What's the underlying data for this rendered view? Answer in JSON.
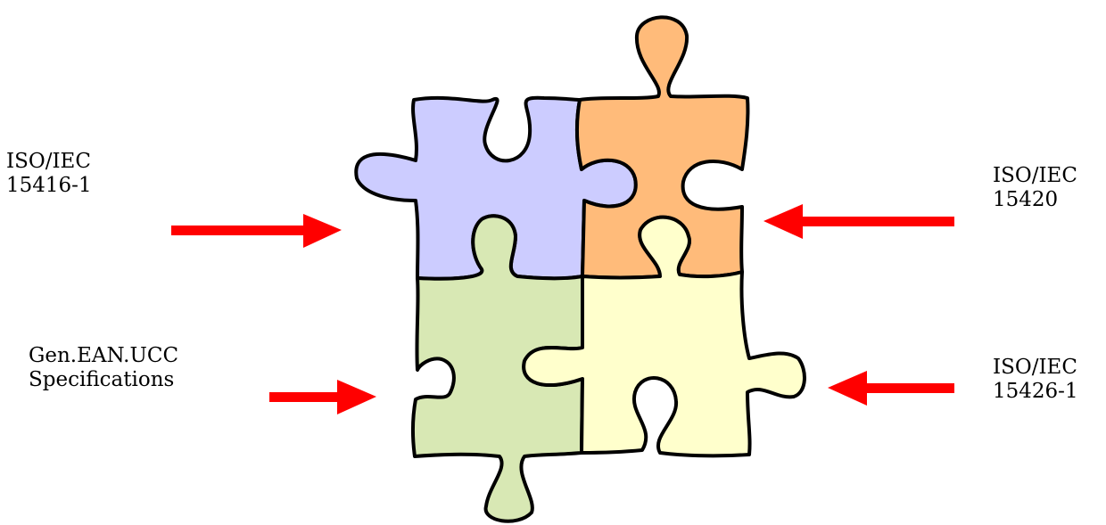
{
  "labels": {
    "top_left": {
      "line1": "ISO/IEC",
      "line2": "15416-1"
    },
    "bottom_left": {
      "line1": "Gen.EAN.UCC",
      "line2": "Specifications"
    },
    "top_right": {
      "line1": "ISO/IEC",
      "line2": "15420"
    },
    "bottom_right": {
      "line1": "ISO/IEC",
      "line2": "15426-1"
    }
  },
  "pieces": {
    "top_left": {
      "color": "#CCCCFF"
    },
    "top_right": {
      "color": "#FFBB7A"
    },
    "bottom_left": {
      "color": "#D8E8B4"
    },
    "bottom_right": {
      "color": "#FFFFCC"
    }
  },
  "arrow_color": "#FF0000"
}
